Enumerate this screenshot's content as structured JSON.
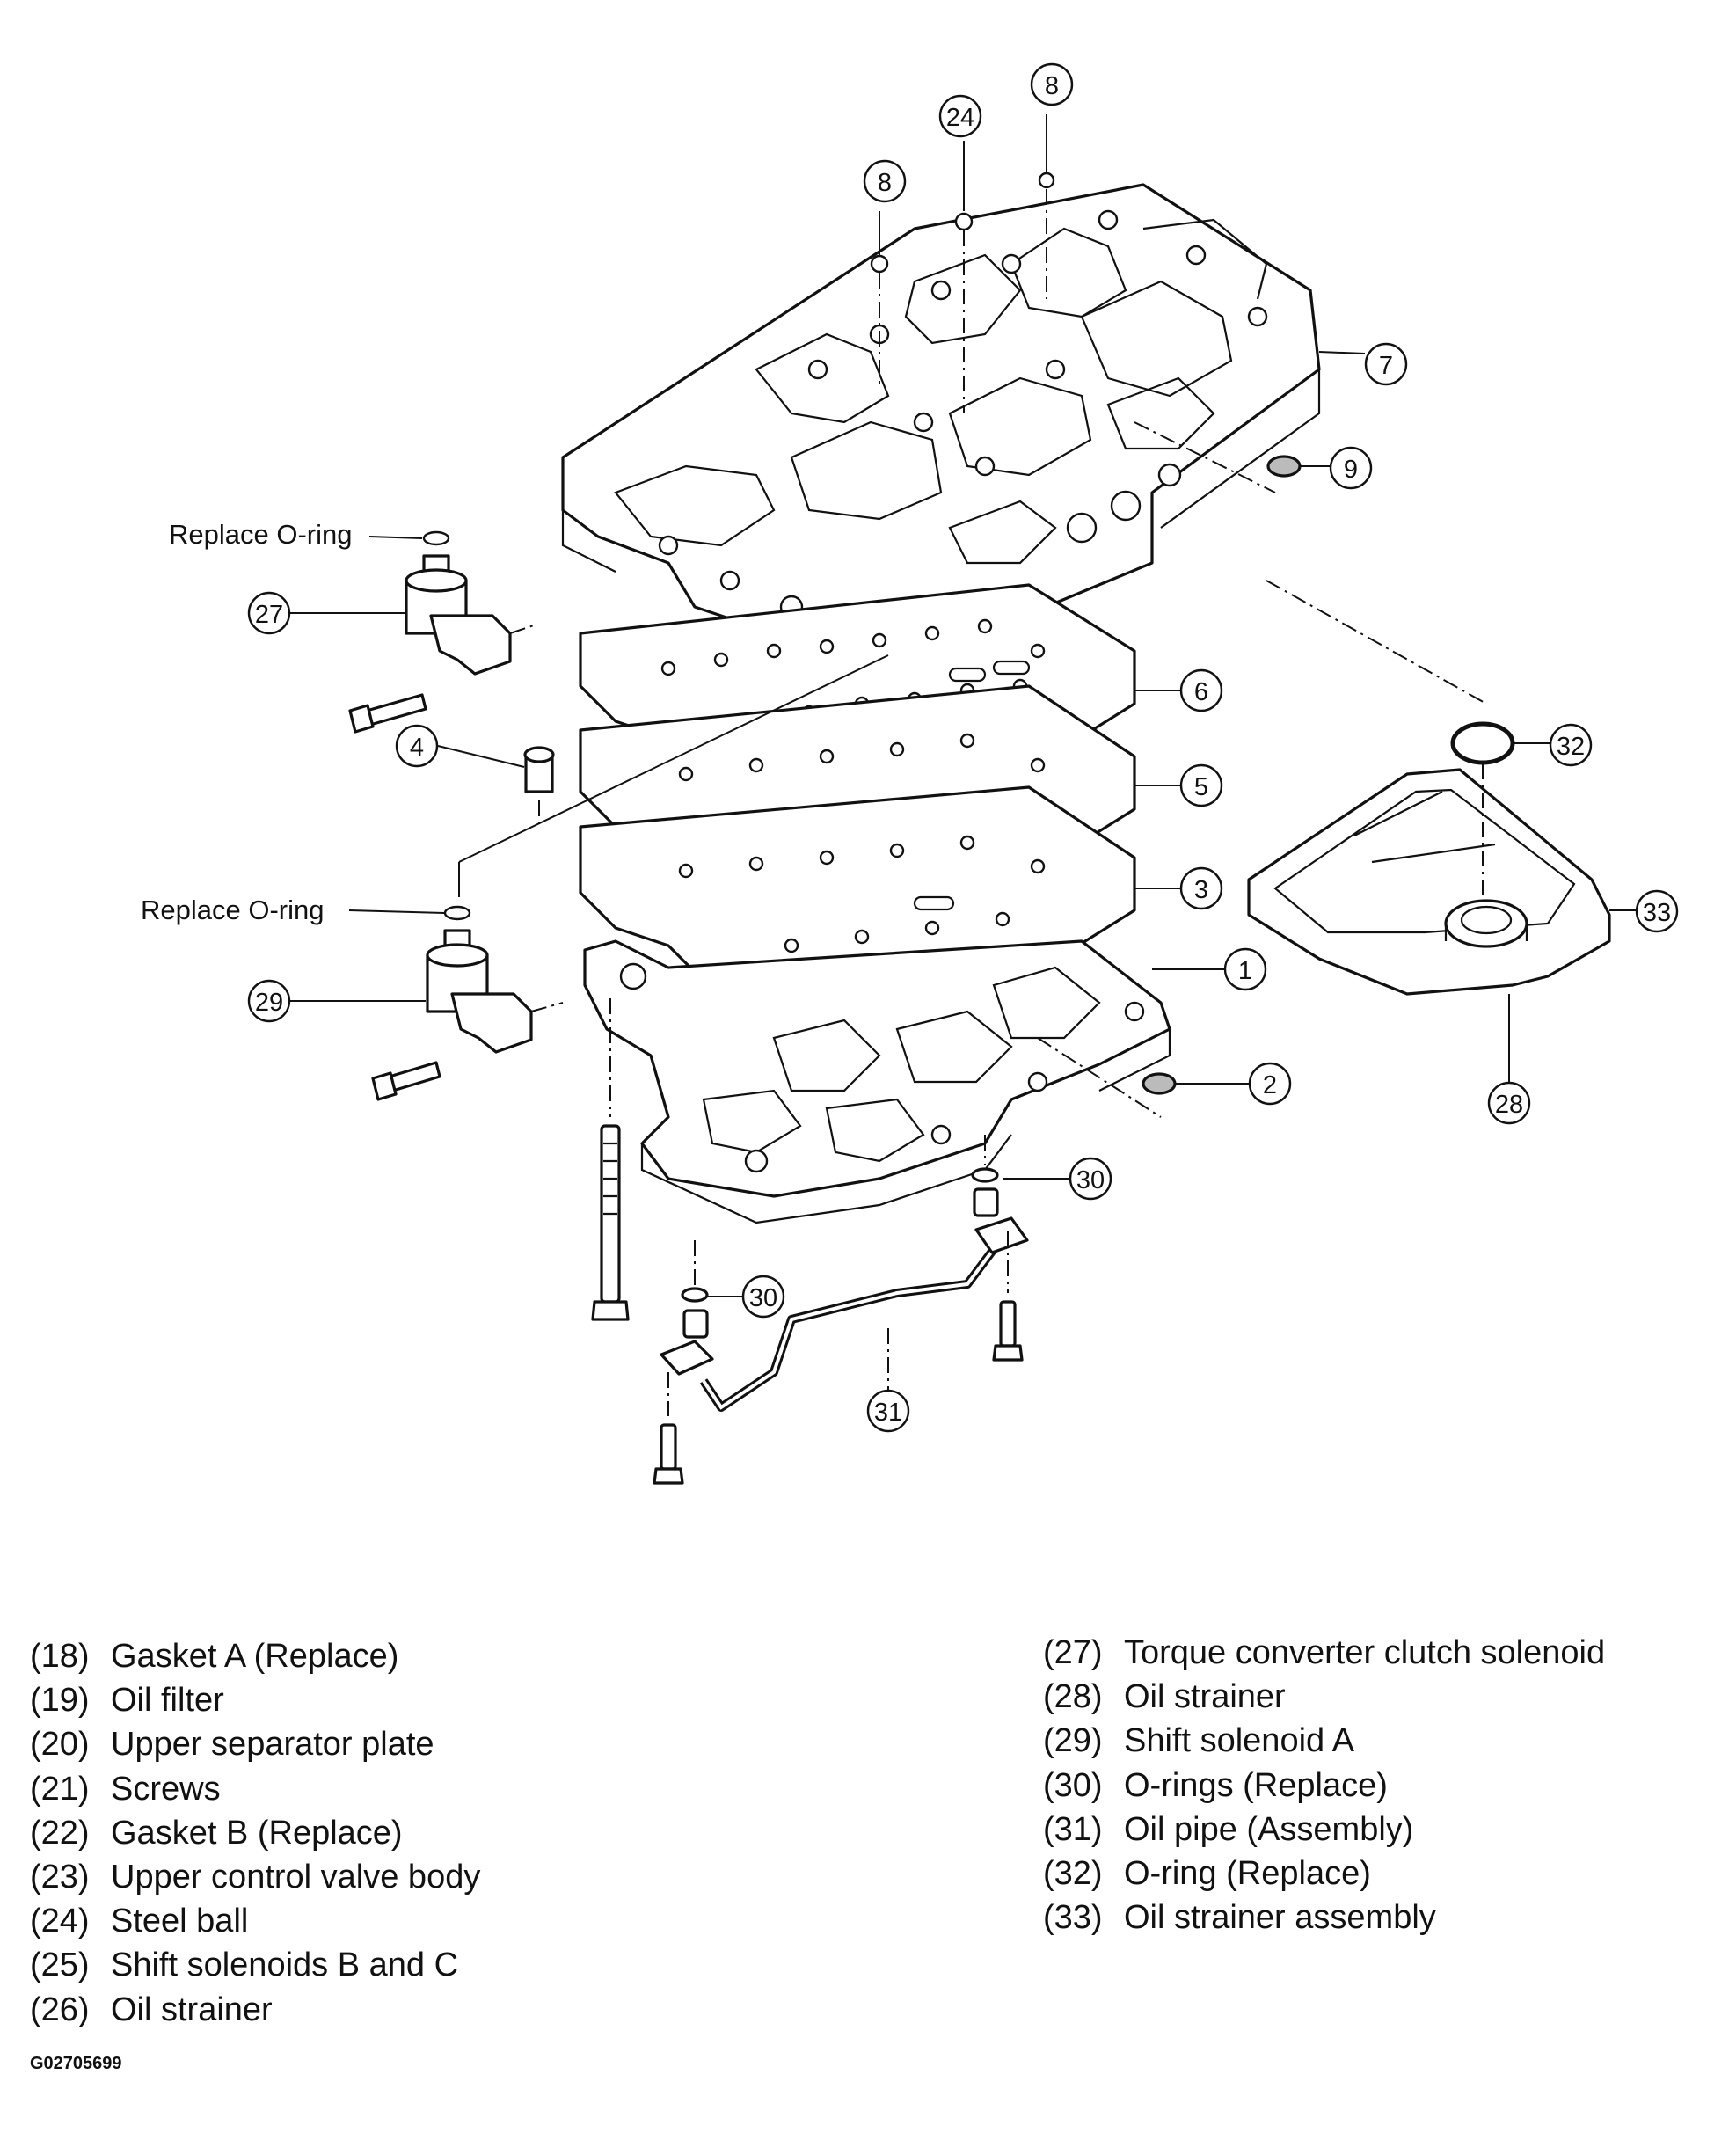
{
  "callouts": {
    "replace_oring_upper": "Replace O-ring",
    "replace_oring_lower": "Replace O-ring",
    "numbers": [
      "1",
      "2",
      "3",
      "4",
      "5",
      "6",
      "7",
      "8",
      "8",
      "9",
      "24",
      "27",
      "28",
      "29",
      "30",
      "30",
      "31",
      "32",
      "33"
    ]
  },
  "legend_left": [
    {
      "num": "(18)",
      "text": "Gasket A (Replace)"
    },
    {
      "num": "(19)",
      "text": "Oil filter"
    },
    {
      "num": "(20)",
      "text": "Upper separator plate"
    },
    {
      "num": "(21)",
      "text": "Screws"
    },
    {
      "num": "(22)",
      "text": "Gasket B (Replace)"
    },
    {
      "num": "(23)",
      "text": "Upper control valve body"
    },
    {
      "num": "(24)",
      "text": "Steel ball"
    },
    {
      "num": "(25)",
      "text": "Shift solenoids B and C"
    },
    {
      "num": "(26)",
      "text": "Oil strainer"
    }
  ],
  "legend_right": [
    {
      "num": "(27)",
      "text": "Torque converter clutch solenoid"
    },
    {
      "num": "(28)",
      "text": "Oil strainer"
    },
    {
      "num": "(29)",
      "text": "Shift solenoid A"
    },
    {
      "num": "(30)",
      "text": "O-rings (Replace)"
    },
    {
      "num": "(31)",
      "text": "Oil pipe (Assembly)"
    },
    {
      "num": "(32)",
      "text": "O-ring (Replace)"
    },
    {
      "num": "(33)",
      "text": "Oil strainer assembly"
    }
  ],
  "figure_code": "G02705699"
}
